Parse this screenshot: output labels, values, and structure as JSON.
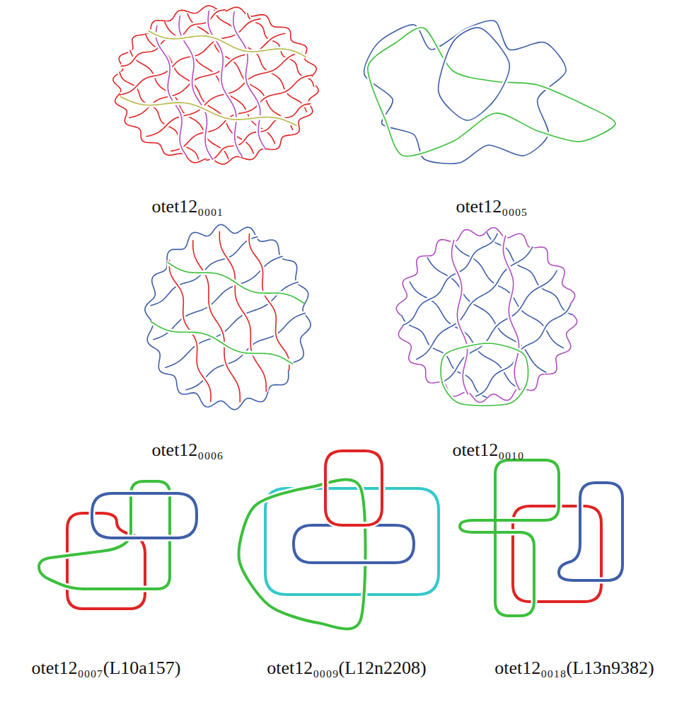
{
  "diagram": {
    "labels": [
      "otet12₀₀₀₁",
      "otet12₀₀₀₅",
      "otet12₀₀₀₆",
      "otet12₀₀₁₀",
      "otet12₀₀₀₇(L10a157)",
      "otet12₀₀₀₉(L12n2208)",
      "otet12₀₀₁₈(L13n9382)"
    ]
  }
}
